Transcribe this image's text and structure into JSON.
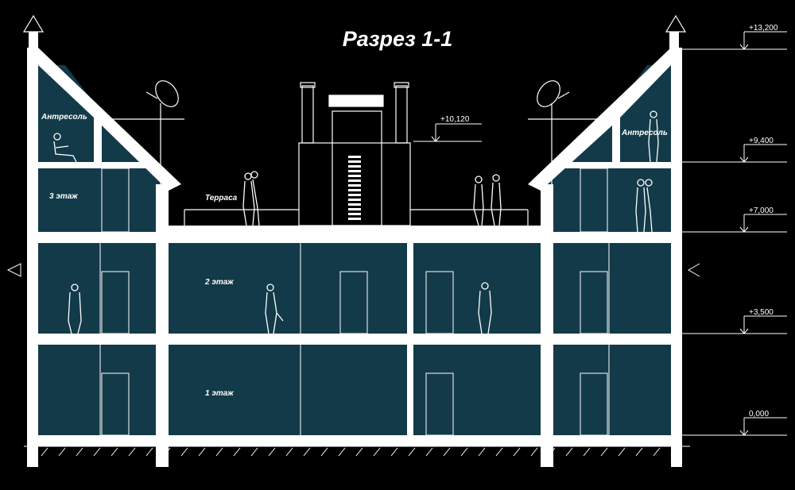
{
  "drawing": {
    "title": "Разрез 1-1",
    "rooms": {
      "attic_left": "Антресоль",
      "attic_right": "Антресоль",
      "floor3": "3 этаж",
      "terrace": "Терраса",
      "floor2": "2 этаж",
      "floor1": "1 этаж"
    },
    "elevations": {
      "e13200": "+13,200",
      "e10120": "+10,120",
      "e9400": "+9,400",
      "e7000": "+7,000",
      "e3500": "+3,500",
      "e0": "0,000"
    },
    "colors": {
      "background": "#000000",
      "room_fill": "#133a48",
      "structure": "#ffffff",
      "lines": "#ffffff"
    }
  }
}
